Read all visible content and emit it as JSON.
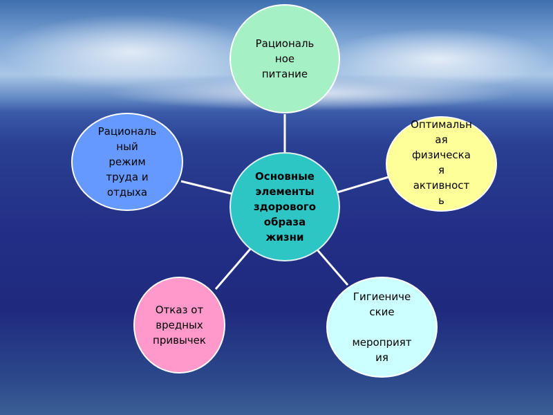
{
  "center": {
    "text": "Основные\nэлементы\nздорового\nобраза\nжизни",
    "color": "#2ec6c4"
  },
  "nodes": [
    {
      "id": "nutrition",
      "text": "Рациональ\nное\nпитание",
      "color": "#a6f0c6"
    },
    {
      "id": "activity",
      "text": "Оптимальн\nая\nфизическа\nя\nактивност\nь",
      "color": "#ffff99"
    },
    {
      "id": "hygiene",
      "text": "Гигиениче\nские\n\nмероприят\nия",
      "color": "#ccffff"
    },
    {
      "id": "habits",
      "text": "Отказ от\nвредных\nпривычек",
      "color": "#ff99cc"
    },
    {
      "id": "regime",
      "text": "Рациональ\nный\nрежим\nтруда и\nотдыха",
      "color": "#6699ff"
    }
  ]
}
